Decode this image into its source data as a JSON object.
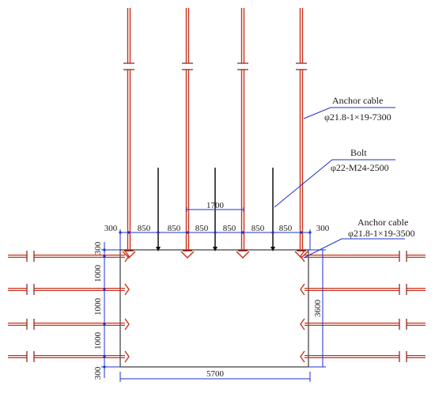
{
  "colors": {
    "cable": "#c8321e",
    "cable_dark": "#8a1a10",
    "bolt": "#111111",
    "dimension": "#1f2fd0",
    "outline": "#111111",
    "leader": "#1f2fd0"
  },
  "labels": {
    "anchor_cable_top": "Anchor cable",
    "anchor_cable_top_spec": "φ21.8-1×19-7300",
    "bolt": "Bolt",
    "bolt_spec": "φ22-M24-2500",
    "anchor_cable_side": "Anchor cable",
    "anchor_cable_side_spec": "φ21.8-1×19-3500"
  },
  "dimensions": {
    "top_row": [
      "300",
      "850",
      "850",
      "850",
      "850",
      "850",
      "850",
      "300"
    ],
    "span_1700": "1700",
    "left_column": [
      "300",
      "1000",
      "1000",
      "1000",
      "300"
    ],
    "height": "3600",
    "width": "5700"
  }
}
